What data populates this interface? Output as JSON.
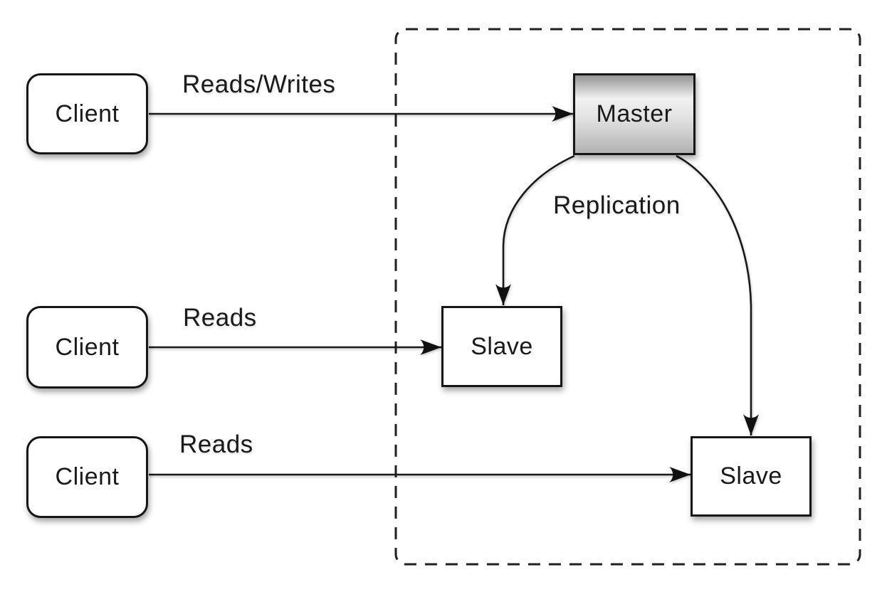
{
  "nodes": {
    "client1": {
      "label": "Client"
    },
    "client2": {
      "label": "Client"
    },
    "client3": {
      "label": "Client"
    },
    "master": {
      "label": "Master"
    },
    "slave1": {
      "label": "Slave"
    },
    "slave2": {
      "label": "Slave"
    }
  },
  "edges": {
    "client1_to_master": {
      "label": "Reads/Writes"
    },
    "client2_to_slave1": {
      "label": "Reads"
    },
    "client3_to_slave2": {
      "label": "Reads"
    },
    "master_to_slaves": {
      "label": "Replication"
    }
  },
  "colors": {
    "background": "#ffffff",
    "stroke": "#1a1a1a",
    "node_fill": "#ffffff",
    "node_border": "#161616",
    "master_fill_top": "#949494",
    "master_fill_highlight": "#f1f1f1",
    "master_fill_bottom": "#b2b2b2",
    "text": "#1a1a1a"
  }
}
